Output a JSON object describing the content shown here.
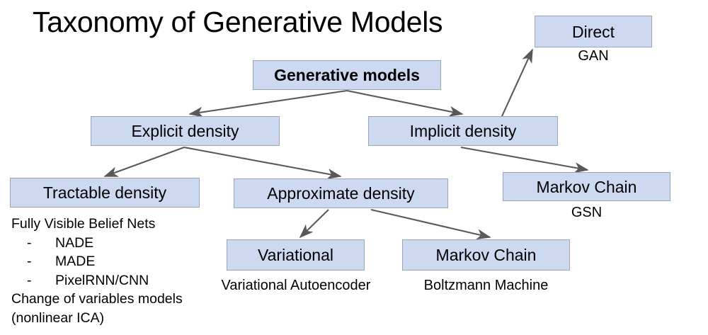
{
  "title": "Taxonomy of Generative Models",
  "colors": {
    "node_fill": "#ccd9f0",
    "node_border": "#9aa5b5",
    "arrow": "#595959",
    "text": "#000000",
    "background": "#ffffff"
  },
  "nodes": {
    "root": {
      "label": "Generative models"
    },
    "explicit": {
      "label": "Explicit density"
    },
    "implicit": {
      "label": "Implicit density"
    },
    "direct": {
      "label": "Direct"
    },
    "tractable": {
      "label": "Tractable density"
    },
    "approximate": {
      "label": "Approximate density"
    },
    "markov_chain_right": {
      "label": "Markov Chain"
    },
    "variational": {
      "label": "Variational"
    },
    "markov_chain_bottom": {
      "label": "Markov Chain"
    }
  },
  "captions": {
    "direct": "GAN",
    "markov_chain_right": "GSN",
    "variational": "Variational Autoencoder",
    "markov_chain_bottom": "Boltzmann Machine"
  },
  "tractable_examples": {
    "heading": "Fully Visible Belief Nets",
    "dash": "-",
    "items": [
      "NADE",
      "MADE",
      "PixelRNN/CNN"
    ],
    "footer_line1": "Change of variables models",
    "footer_line2": "(nonlinear ICA)"
  },
  "edges": [
    {
      "from": "root",
      "to": "explicit"
    },
    {
      "from": "root",
      "to": "implicit"
    },
    {
      "from": "explicit",
      "to": "tractable"
    },
    {
      "from": "explicit",
      "to": "approximate"
    },
    {
      "from": "implicit",
      "to": "direct"
    },
    {
      "from": "implicit",
      "to": "markov_chain_right"
    },
    {
      "from": "approximate",
      "to": "variational"
    },
    {
      "from": "approximate",
      "to": "markov_chain_bottom"
    }
  ]
}
